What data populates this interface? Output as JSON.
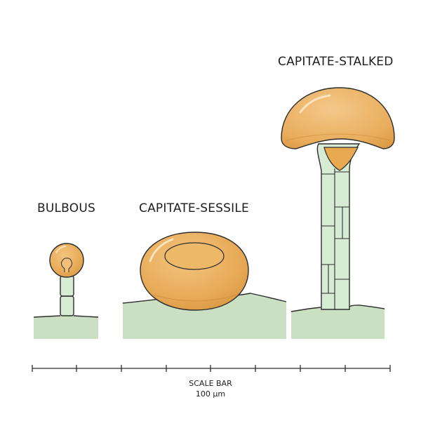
{
  "diagram": {
    "types": [
      {
        "id": "bulbous",
        "label": "BULBOUS"
      },
      {
        "id": "capitate_sessile",
        "label": "CAPITATE-SESSILE"
      },
      {
        "id": "capitate_stalked",
        "label": "CAPITATE-STALKED"
      }
    ],
    "scale_bar": {
      "title": "SCALE BAR",
      "value": "100 µm"
    }
  },
  "colors": {
    "tissue_fill": "#cbdfc3",
    "stalk_fill": "#d8ebd4",
    "head_fill": "#e9ae5c",
    "head_highlight": "#f4c98a",
    "outline": "#2c2c2c"
  }
}
